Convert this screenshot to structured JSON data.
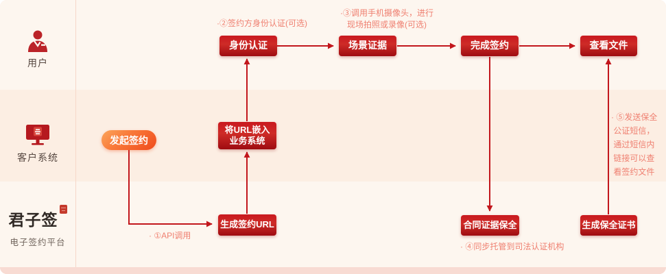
{
  "colors": {
    "arrow_red": "#c2161c",
    "node_red_top": "#c9191f",
    "node_red_bottom": "#9e0c11",
    "pill_orange": "#f04a1c",
    "annotation_salmon": "#ef8071",
    "lane_light": "#fdf6ef",
    "lane_mid": "#fceee3",
    "footer_pink": "#f8dbd3",
    "label_text": "#564740"
  },
  "lanes": [
    {
      "label": "用户",
      "icon": "user-icon"
    },
    {
      "label": "客户系统",
      "icon": "monitor-icon"
    },
    {
      "logo": "君子签",
      "label": "电子签约平台",
      "icon": "junziqian-logo-seal"
    }
  ],
  "nodes": {
    "initiate": "发起签约",
    "embed_url": "将URL嵌入\n业务系统",
    "gen_url": "生成签约URL",
    "identity": "身份认证",
    "scene": "场景证据",
    "complete": "完成签约",
    "view_file": "查看文件",
    "evidence": "合同证据保全",
    "certificate": "生成保全证书"
  },
  "annotations": {
    "api_call": "· ①API调用",
    "identity_optional": "·②签约方身份认证(可选)",
    "camera": "·③调用手机摄像头，进行\n现场拍照或录像(可选)",
    "judicial": "· ④同步托管到司法认证机构",
    "sms": "· ⑤发送保全\n 公证短信，\n 通过短信内\n 链接可以查\n 看签约文件"
  }
}
